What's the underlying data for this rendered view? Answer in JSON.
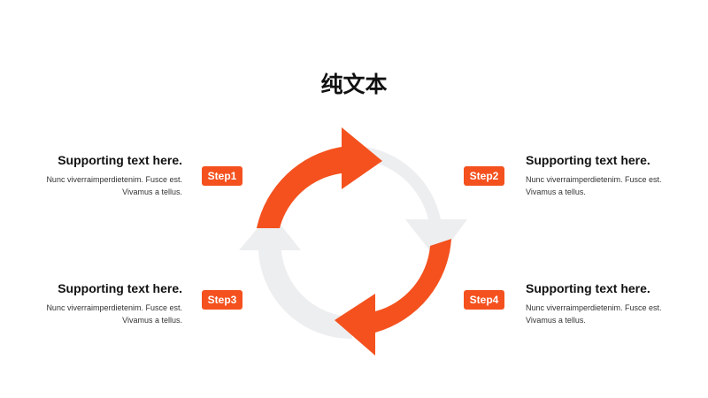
{
  "title": "纯文本",
  "colors": {
    "accent": "#F4511E",
    "ring": "#EDEEF0"
  },
  "steps": [
    {
      "badge": "Step1",
      "heading": "Supporting text here.",
      "line1": "Nunc viverraimperdietenim. Fusce est.",
      "line2": "Vivamus a tellus."
    },
    {
      "badge": "Step2",
      "heading": "Supporting text here.",
      "line1": "Nunc viverraimperdietenim. Fusce est.",
      "line2": "Vivamus a tellus."
    },
    {
      "badge": "Step3",
      "heading": "Supporting text here.",
      "line1": "Nunc viverraimperdietenim. Fusce est.",
      "line2": "Vivamus a tellus."
    },
    {
      "badge": "Step4",
      "heading": "Supporting text here.",
      "line1": "Nunc viverraimperdietenim. Fusce est.",
      "line2": "Vivamus a tellus."
    }
  ]
}
